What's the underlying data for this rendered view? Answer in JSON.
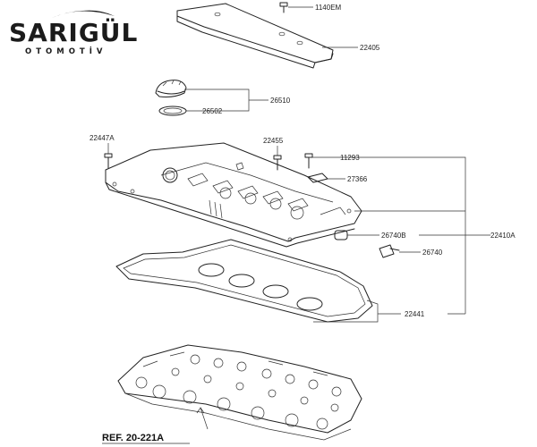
{
  "logo": {
    "name": "SARIGÜL",
    "tagline": "OTOMOTİV"
  },
  "callouts": {
    "c_1140em": "1140EM",
    "c_22405": "22405",
    "c_26510": "26510",
    "c_26502": "26502",
    "c_22447a": "22447A",
    "c_22455": "22455",
    "c_11293": "11293",
    "c_27366": "27366",
    "c_26740b": "26740B",
    "c_22410a": "22410A",
    "c_26740": "26740",
    "c_22441": "22441"
  },
  "reference": {
    "label": "REF. 20-221A"
  }
}
